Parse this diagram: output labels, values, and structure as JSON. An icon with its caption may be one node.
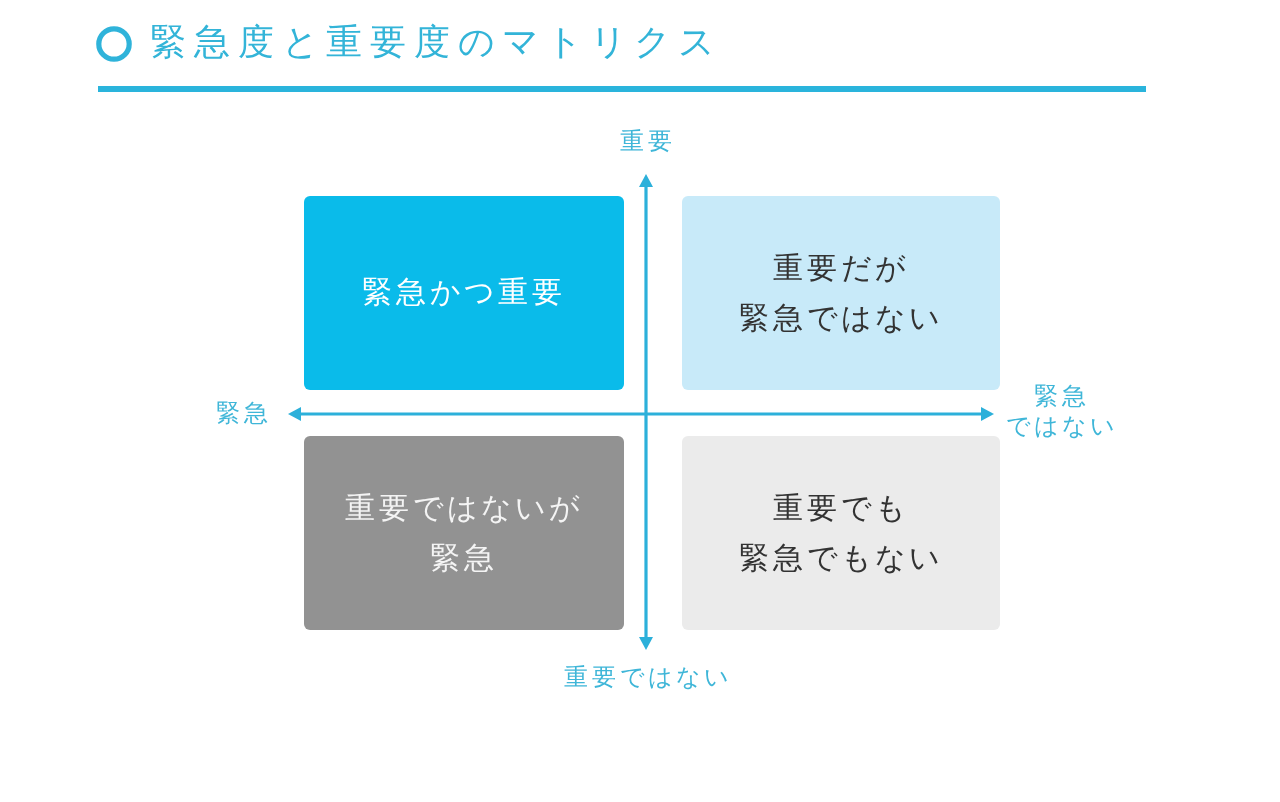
{
  "diagram": {
    "title": "緊急度と重要度のマトリクス",
    "nodes": [
      {
        "text": [
          "緊急かつ重要"
        ]
      },
      {
        "text": [
          "重要だが緊急ではない"
        ]
      },
      {
        "text": [
          "重要ではないが緊急"
        ]
      },
      {
        "text": [
          "重要でも緊急でもない"
        ]
      }
    ],
    "labels": [
      "重要",
      "緊急",
      "緊急ではない",
      "重要ではない"
    ]
  }
}
